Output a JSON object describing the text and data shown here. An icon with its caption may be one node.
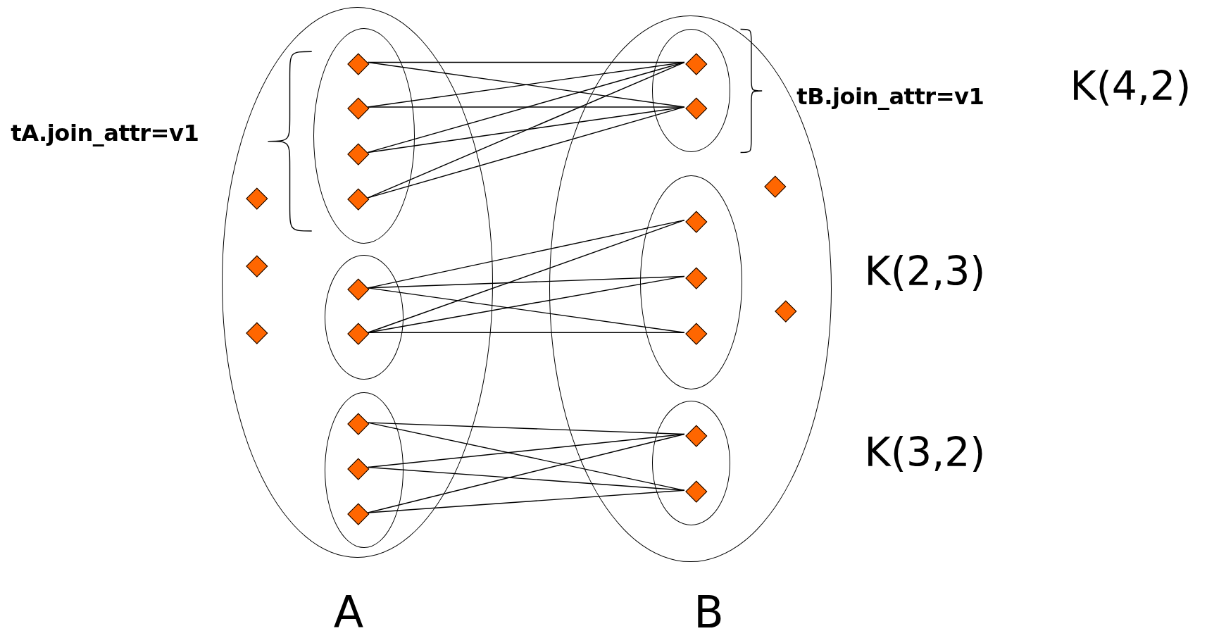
{
  "diagram": {
    "nodes": [
      {
        "text": [
          "A"
        ]
      },
      {
        "text": [],
        "shape": "ellipse",
        "in": 0
      },
      {
        "text": [],
        "shape": "diamond",
        "in": 1
      },
      {
        "text": [],
        "shape": "diamond",
        "in": 1
      },
      {
        "text": [],
        "shape": "diamond",
        "in": 1
      },
      {
        "text": [],
        "shape": "diamond",
        "in": 1
      },
      {
        "text": [],
        "shape": "ellipse",
        "in": 0
      },
      {
        "text": [],
        "shape": "diamond",
        "in": 6
      },
      {
        "text": [],
        "shape": "diamond",
        "in": 6
      },
      {
        "text": [],
        "shape": "ellipse",
        "in": 0
      },
      {
        "text": [],
        "shape": "diamond",
        "in": 9
      },
      {
        "text": [],
        "shape": "diamond",
        "in": 9
      },
      {
        "text": [],
        "shape": "diamond",
        "in": 9
      },
      {
        "text": [],
        "shape": "diamond",
        "in": 0
      },
      {
        "text": [],
        "shape": "diamond",
        "in": 0
      },
      {
        "text": [],
        "shape": "diamond",
        "in": 0
      },
      {
        "text": [
          "B"
        ]
      },
      {
        "text": [],
        "shape": "ellipse",
        "in": 16
      },
      {
        "text": [],
        "shape": "diamond",
        "in": 17
      },
      {
        "text": [],
        "shape": "diamond",
        "in": 17
      },
      {
        "text": [],
        "shape": "ellipse",
        "in": 16
      },
      {
        "text": [],
        "shape": "diamond",
        "in": 20
      },
      {
        "text": [],
        "shape": "diamond",
        "in": 20
      },
      {
        "text": [],
        "shape": "diamond",
        "in": 20
      },
      {
        "text": [],
        "shape": "ellipse",
        "in": 16
      },
      {
        "text": [],
        "shape": "diamond",
        "in": 24
      },
      {
        "text": [],
        "shape": "diamond",
        "in": 24
      },
      {
        "text": [],
        "shape": "diamond",
        "in": 16
      },
      {
        "text": [],
        "shape": "diamond",
        "in": 16
      }
    ],
    "edges": [
      {
        "from": 2,
        "to": 18,
        "arrow": "none"
      },
      {
        "from": 2,
        "to": 19,
        "arrow": "none"
      },
      {
        "from": 3,
        "to": 18,
        "arrow": "none"
      },
      {
        "from": 3,
        "to": 19,
        "arrow": "none"
      },
      {
        "from": 4,
        "to": 18,
        "arrow": "none"
      },
      {
        "from": 4,
        "to": 19,
        "arrow": "none"
      },
      {
        "from": 5,
        "to": 18,
        "arrow": "none"
      },
      {
        "from": 5,
        "to": 19,
        "arrow": "none"
      },
      {
        "from": 7,
        "to": 21,
        "arrow": "none"
      },
      {
        "from": 7,
        "to": 22,
        "arrow": "none"
      },
      {
        "from": 7,
        "to": 23,
        "arrow": "none"
      },
      {
        "from": 8,
        "to": 21,
        "arrow": "none"
      },
      {
        "from": 8,
        "to": 22,
        "arrow": "none"
      },
      {
        "from": 8,
        "to": 23,
        "arrow": "none"
      },
      {
        "from": 10,
        "to": 25,
        "arrow": "none"
      },
      {
        "from": 10,
        "to": 26,
        "arrow": "none"
      },
      {
        "from": 11,
        "to": 25,
        "arrow": "none"
      },
      {
        "from": 11,
        "to": 26,
        "arrow": "none"
      },
      {
        "from": 12,
        "to": 25,
        "arrow": "none"
      },
      {
        "from": 12,
        "to": 26,
        "arrow": "none"
      }
    ],
    "labels": [
      "tA.join_attr=v1",
      "tB.join_attr=v1",
      "K(4,2)",
      "K(2,3)",
      "K(3,2)"
    ]
  }
}
